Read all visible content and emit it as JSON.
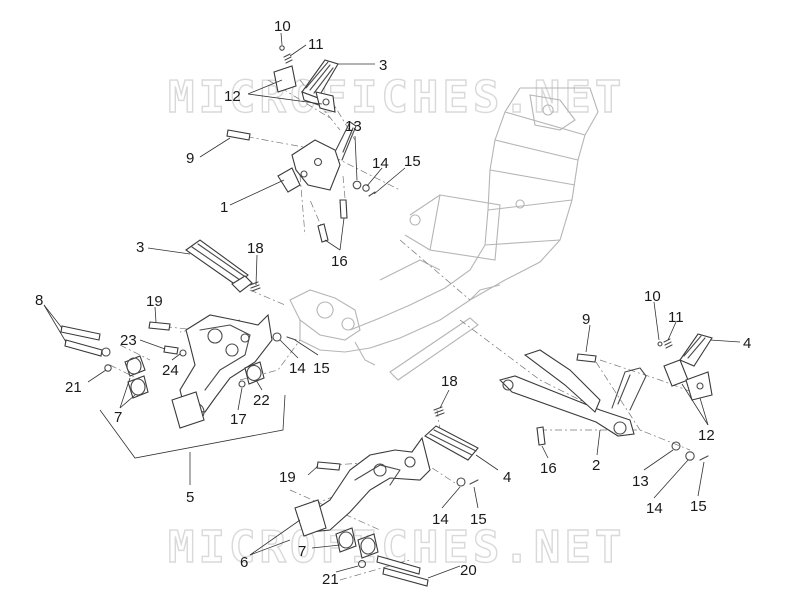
{
  "watermark": "MICROFICHES.NET",
  "callouts": [
    {
      "id": "c10a",
      "label": "10"
    },
    {
      "id": "c11a",
      "label": "11"
    },
    {
      "id": "c3a",
      "label": "3"
    },
    {
      "id": "c12a",
      "label": "12"
    },
    {
      "id": "c9a",
      "label": "9"
    },
    {
      "id": "c13a",
      "label": "13"
    },
    {
      "id": "c14a",
      "label": "14"
    },
    {
      "id": "c15a",
      "label": "15"
    },
    {
      "id": "c1",
      "label": "1"
    },
    {
      "id": "c16a",
      "label": "16"
    },
    {
      "id": "c3b",
      "label": "3"
    },
    {
      "id": "c18a",
      "label": "18"
    },
    {
      "id": "c8",
      "label": "8"
    },
    {
      "id": "c19a",
      "label": "19"
    },
    {
      "id": "c23",
      "label": "23"
    },
    {
      "id": "c24",
      "label": "24"
    },
    {
      "id": "c14b",
      "label": "14"
    },
    {
      "id": "c15b",
      "label": "15"
    },
    {
      "id": "c21a",
      "label": "21"
    },
    {
      "id": "c7a",
      "label": "7"
    },
    {
      "id": "c17",
      "label": "17"
    },
    {
      "id": "c22",
      "label": "22"
    },
    {
      "id": "c5",
      "label": "5"
    },
    {
      "id": "c10b",
      "label": "10"
    },
    {
      "id": "c9b",
      "label": "9"
    },
    {
      "id": "c11b",
      "label": "11"
    },
    {
      "id": "c4a",
      "label": "4"
    },
    {
      "id": "c12b",
      "label": "12"
    },
    {
      "id": "c16b",
      "label": "16"
    },
    {
      "id": "c2",
      "label": "2"
    },
    {
      "id": "c13b",
      "label": "13"
    },
    {
      "id": "c14c",
      "label": "14"
    },
    {
      "id": "c15c",
      "label": "15"
    },
    {
      "id": "c18b",
      "label": "18"
    },
    {
      "id": "c4b",
      "label": "4"
    },
    {
      "id": "c19b",
      "label": "19"
    },
    {
      "id": "c14d",
      "label": "14"
    },
    {
      "id": "c15d",
      "label": "15"
    },
    {
      "id": "c6",
      "label": "6"
    },
    {
      "id": "c7b",
      "label": "7"
    },
    {
      "id": "c21b",
      "label": "21"
    },
    {
      "id": "c20",
      "label": "20"
    }
  ]
}
